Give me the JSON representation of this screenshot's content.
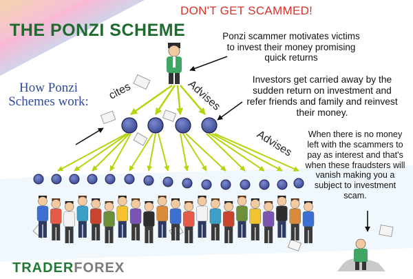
{
  "title": "THE PONZI SCHEME",
  "warning": "DON'T GET SCAMMED!",
  "subtitle": "How Ponzi Schemes work:",
  "notes": [
    "Ponzi scammer motivates victims to invest their money promising quick returns",
    "Investors get carried away by the sudden return on investment and refer friends and family and reinvest their money.",
    "When there is no money left with the scammers to pay as interest and that's when these fraudsters will vanish making you a subject to investment scam."
  ],
  "labels": {
    "cites": "cites",
    "advises_1": "Advises",
    "advises_2": "Advises"
  },
  "brand": {
    "part1": "TRADER",
    "part2": "FOREX"
  },
  "colors": {
    "title": "#1f6b2e",
    "warning": "#d8322a",
    "subtitle": "#2f4a9a",
    "arrow_green": "#b4d40c",
    "node_fill": "#4e5da6",
    "node_stroke": "#1a1f4d",
    "brand_green": "#1f7a34",
    "brand_gray": "#7a7a7a"
  },
  "structure": {
    "level1_nodes": 4,
    "level2_nodes": 15,
    "crowd_people": 21
  }
}
